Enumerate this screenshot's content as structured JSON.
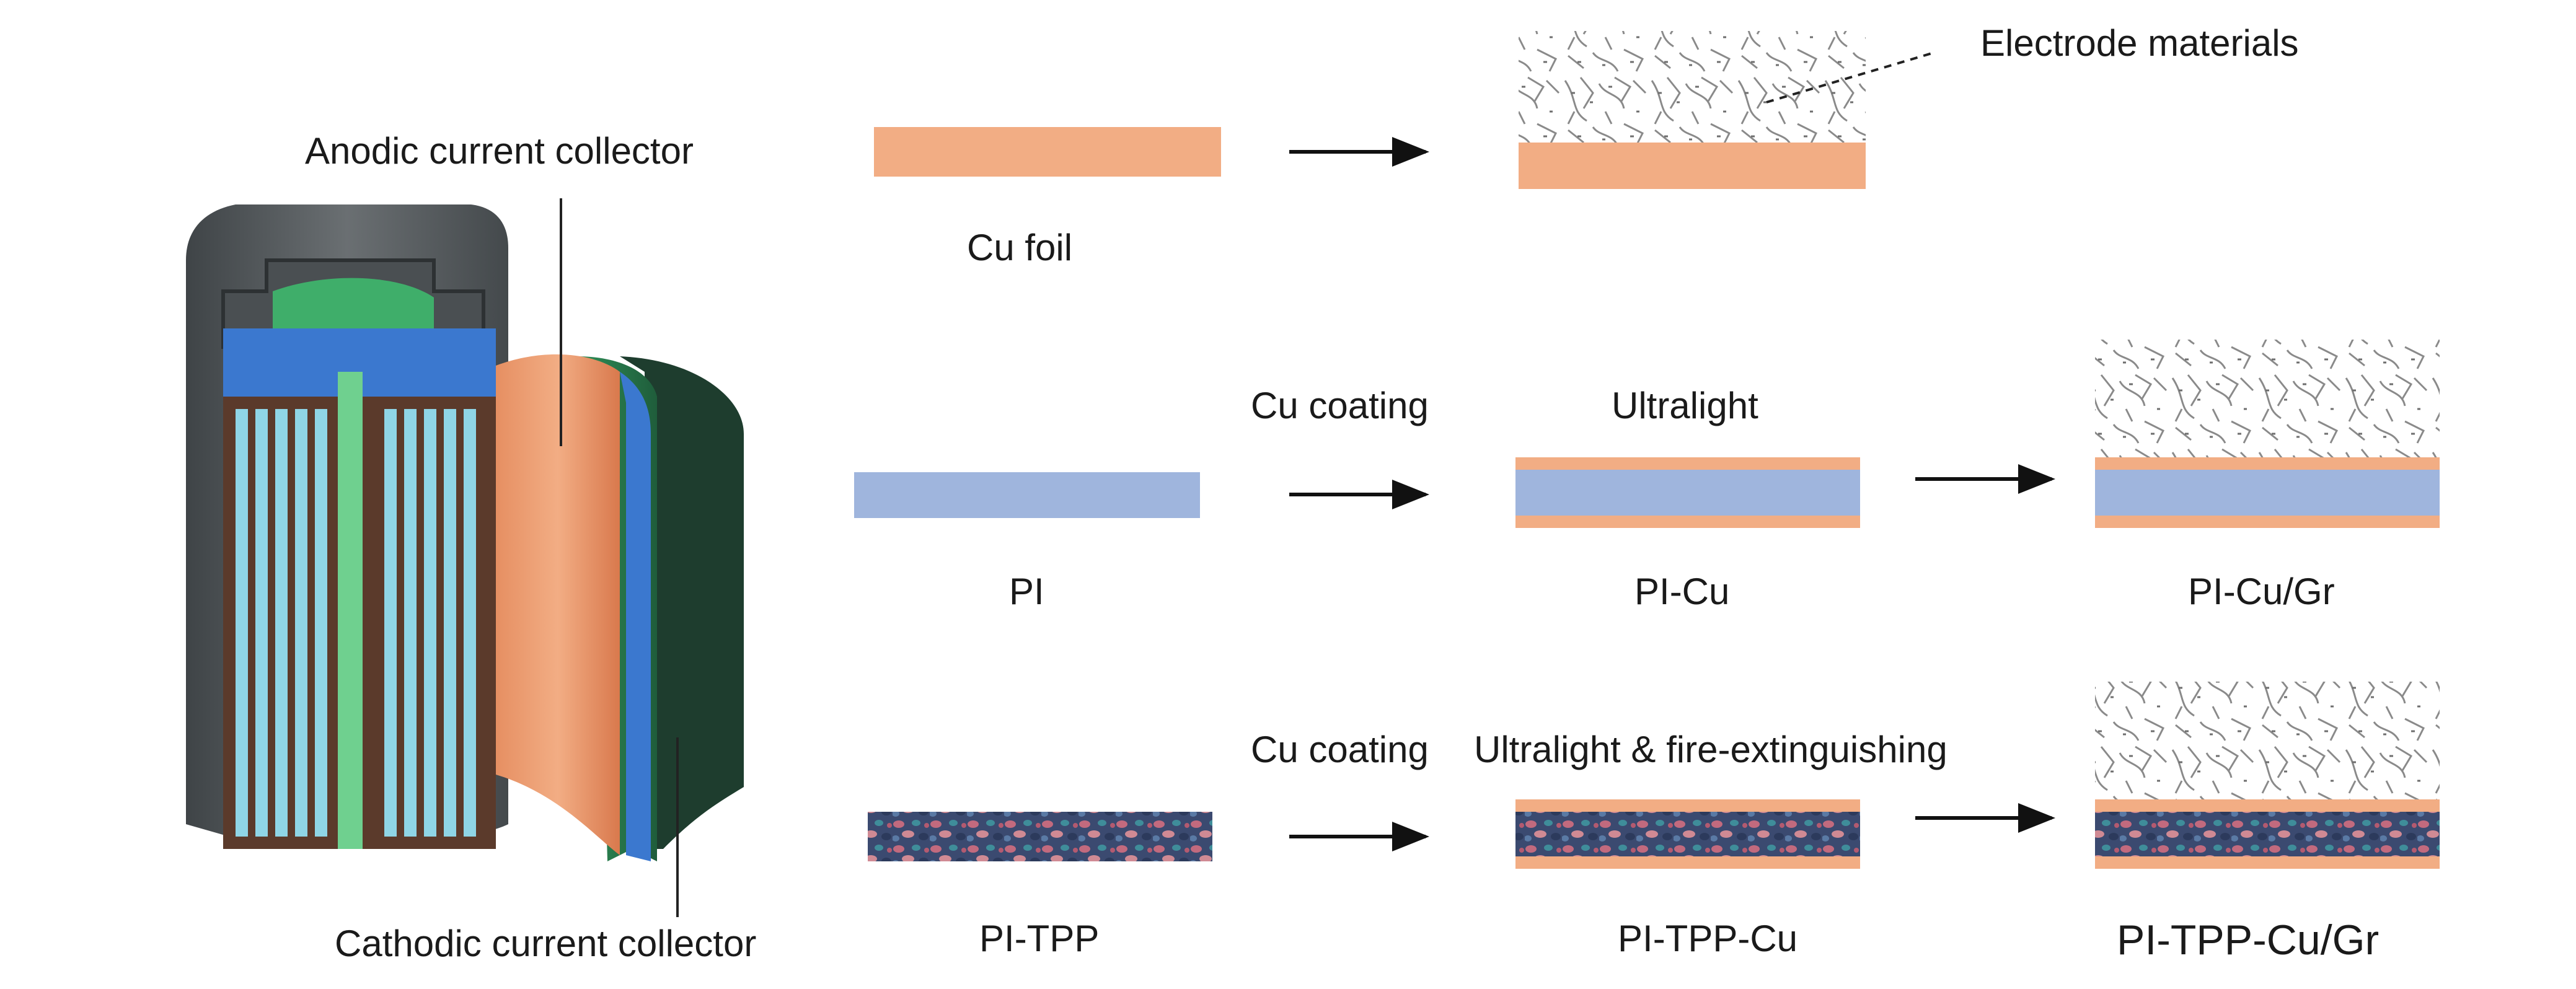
{
  "battery": {
    "anode_label": "Anodic current collector",
    "cathode_label": "Cathodic current collector"
  },
  "rows": [
    {
      "id": "row-cu-foil",
      "substrate_label": "Cu foil",
      "step1_label": "",
      "stage2_caption": "",
      "stage2_label": "",
      "annotation": "Electrode materials"
    },
    {
      "id": "row-pi",
      "substrate_label": "PI",
      "step1_label": "Cu coating",
      "stage2_caption": "Ultralight",
      "stage2_label": "PI-Cu",
      "stage3_label": "PI-Cu/Gr"
    },
    {
      "id": "row-pi-tpp",
      "substrate_label": "PI-TPP",
      "step1_label": "Cu coating",
      "stage2_caption": "Ultralight & fire-extinguishing",
      "stage2_label": "PI-TPP-Cu",
      "stage3_label": "PI-TPP-Cu/Gr"
    }
  ],
  "colors": {
    "copper": "#f2ad84",
    "pi": "#9fb5dd",
    "pi_tpp_base": "#3b4a70",
    "pi_tpp_pink": "#c26a7e",
    "pi_tpp_teal": "#3f8d9a",
    "battery_shell": "#565b5e",
    "battery_blue": "#3b78cf",
    "battery_green": "#3fae6a",
    "battery_cyan": "#8fd5e6",
    "battery_brown": "#7a4a35",
    "arrow": "#111111"
  }
}
